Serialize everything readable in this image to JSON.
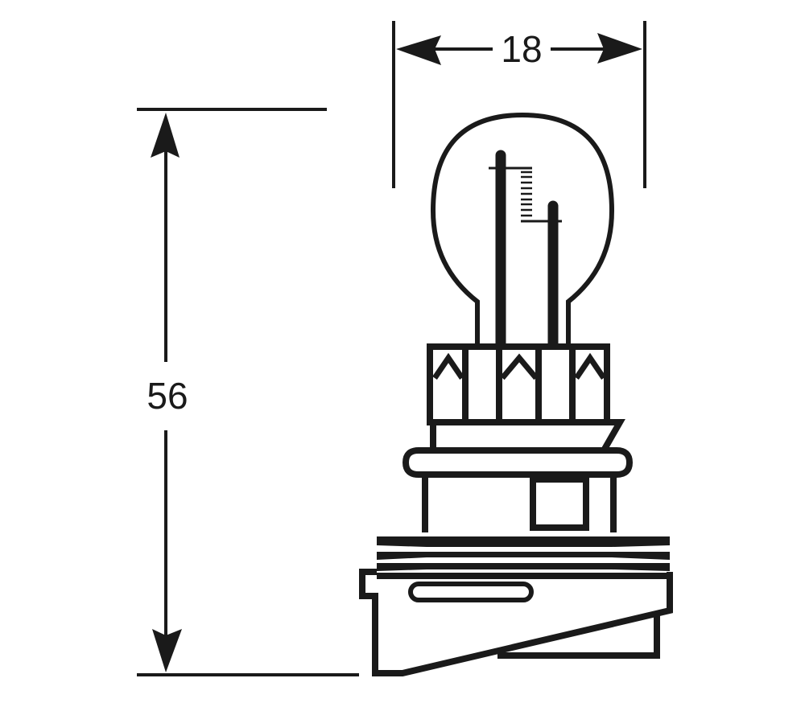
{
  "diagram": {
    "subject": "Automotive bulb with plastic push-in base",
    "colors": {
      "line": "#1a1a1a",
      "background": "#ffffff"
    },
    "dimensions": {
      "width": {
        "label": "18",
        "orientation": "horizontal"
      },
      "height": {
        "label": "56",
        "orientation": "vertical"
      }
    },
    "parts": [
      {
        "name": "glass-bulb",
        "label": ""
      },
      {
        "name": "filament",
        "label": ""
      },
      {
        "name": "lead-wire-long",
        "label": ""
      },
      {
        "name": "lead-wire-short",
        "label": ""
      },
      {
        "name": "collar",
        "label": ""
      },
      {
        "name": "flange-ring",
        "label": ""
      },
      {
        "name": "key-tab",
        "label": ""
      },
      {
        "name": "thread-rings",
        "label": ""
      },
      {
        "name": "base-housing",
        "label": ""
      },
      {
        "name": "slot",
        "label": ""
      }
    ]
  }
}
